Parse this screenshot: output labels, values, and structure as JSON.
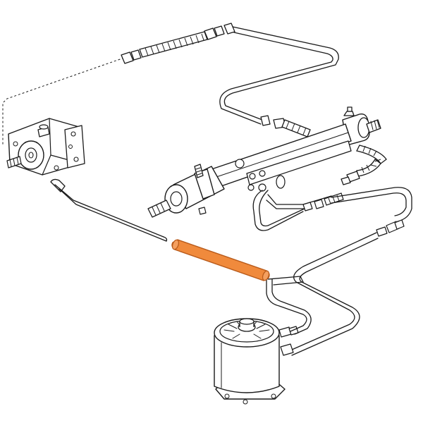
{
  "diagram": {
    "colors": {
      "line": "#1a1a1a",
      "background": "#ffffff",
      "highlight_fill": "#f08a3c",
      "highlight_stroke": "#b85a1a"
    },
    "parts": [
      "power-steering-pump",
      "high-pressure-hose",
      "steering-rack",
      "return-hose",
      "highlighted-tube",
      "fluid-reservoir"
    ],
    "highlighted_part": "highlighted-tube"
  }
}
